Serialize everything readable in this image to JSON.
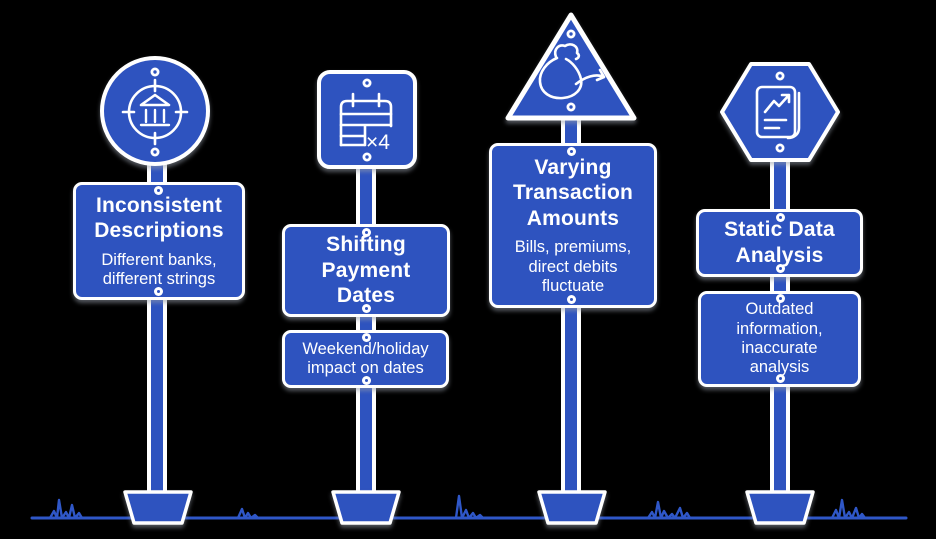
{
  "colors": {
    "background": "#000000",
    "primary_blue": "#2E53BF",
    "outline_white": "#FFFFFF",
    "ground_blue": "#2F57C8"
  },
  "signposts": [
    {
      "topper_shape": "circle",
      "icon": "bank-target-icon",
      "title": "Inconsistent\nDescriptions",
      "subtitle": "Different banks,\ndifferent strings"
    },
    {
      "topper_shape": "square",
      "icon": "calendar-x4-icon",
      "icon_text": "×4",
      "title": "Shifting\nPayment\nDates",
      "subtitle": "Weekend/holiday\nimpact on dates"
    },
    {
      "topper_shape": "triangle",
      "icon": "money-bag-icon",
      "title": "Varying\nTransaction\nAmounts",
      "subtitle": "Bills, premiums,\ndirect debits\nfluctuate"
    },
    {
      "topper_shape": "hexagon",
      "icon": "report-document-icon",
      "title": "Static Data\nAnalysis",
      "subtitle": "Outdated\ninformation,\ninaccurate\nanalysis"
    }
  ]
}
